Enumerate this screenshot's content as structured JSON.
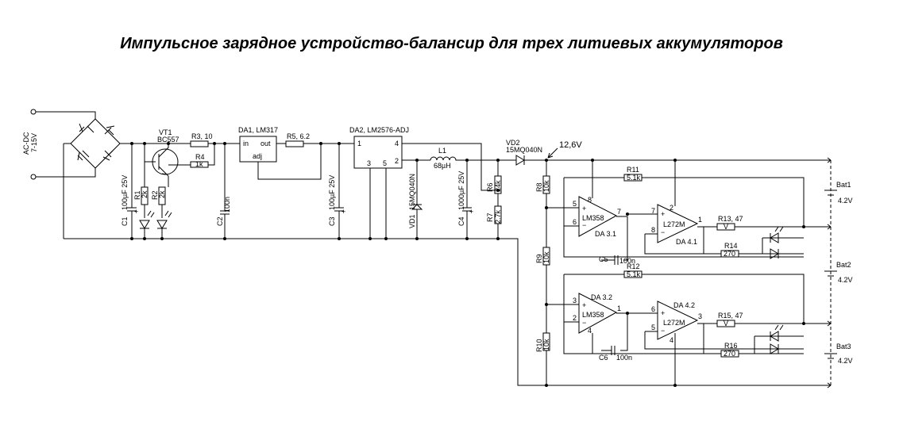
{
  "title": "Импульсное зарядное устройство-балансир для трех литиевых аккумуляторов",
  "labels": {
    "input": "AC-DC",
    "input_voltage": "7-15V",
    "vt1": "VT1",
    "vt1_type": "BC557",
    "r3": "R3, 10",
    "r4": "R4",
    "r4_val": "1k",
    "da1": "DA1, LM317",
    "da1_in": "in",
    "da1_out": "out",
    "da1_adj": "adj",
    "r5": "R5, 6.2",
    "da2": "DA2, LM2576-ADJ",
    "da2_p1": "1",
    "da2_p2": "2",
    "da2_p3": "3",
    "da2_p4": "4",
    "da2_p5": "5",
    "l1": "L1",
    "l1_val": "68µH",
    "vd2": "VD2",
    "vd2_type": "15MQ040N",
    "vout": "12,6V",
    "c1": "C1",
    "c1_val": "100µF 25V",
    "r1": "R1",
    "r1_val": "2k",
    "r2": "R2",
    "r2_val": "2k",
    "c2": "C2",
    "c2_val": "100n",
    "c3": "C3",
    "c3_val": "100µF 25V",
    "vd1": "VD1",
    "vd1_type": "15MQ040N",
    "c4": "C4",
    "c4_val": "1000µF 25V",
    "r6": "R6",
    "r6_val": "24k",
    "r7": "R7",
    "r7_val": "2.7k",
    "r8": "R8",
    "r8_val": "10k",
    "r9": "R9",
    "r9_val": "10k",
    "r10": "R10",
    "r10_val": "10k",
    "r11": "R11",
    "r11_val": "5.1k",
    "r12": "R12",
    "r12_val": "5.1k",
    "da31": "DA 3.1",
    "da31_type": "LM358",
    "da32": "DA 3.2",
    "da32_type": "LM358",
    "da41": "DA 4.1",
    "da41_type": "L272M",
    "da42": "DA 4.2",
    "da42_type": "L272M",
    "r13": "R13, 47",
    "r13_val": "V",
    "r14": "R14",
    "r14_val": "270",
    "r15": "R15, 47",
    "r15_val": "V",
    "r16": "R16",
    "r16_val": "270",
    "c5": "C5",
    "c5_val": "100n",
    "c6": "C6",
    "c6_val": "100n",
    "bat1": "Bat1",
    "bat2": "Bat2",
    "bat3": "Bat3",
    "bat_v": "4.2V",
    "pin1": "1",
    "pin2": "2",
    "pin3": "3",
    "pin4": "4",
    "pin5": "5",
    "pin6": "6",
    "pin7": "7",
    "pin8": "8",
    "plus": "+",
    "minus": "−"
  }
}
